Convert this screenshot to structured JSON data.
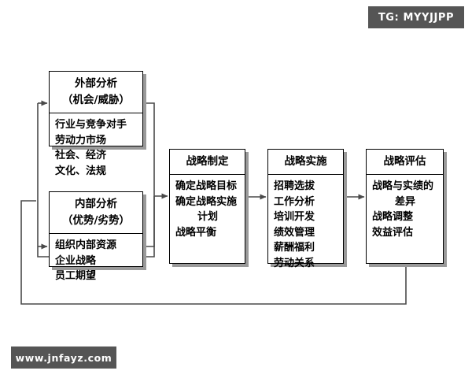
{
  "watermarks": {
    "top_badge": "TG: MYYJJPP",
    "bottom_badge": "www.jnfayz.com"
  },
  "diagram": {
    "type": "flowchart",
    "boxes": [
      {
        "id": "external",
        "header_line1": "外部分析",
        "header_line2": "（机会/威胁）",
        "items": [
          "行业与竞争对手",
          "劳动力市场",
          "社会、经济",
          "文化、法规"
        ]
      },
      {
        "id": "internal",
        "header_line1": "内部分析",
        "header_line2": "（优势/劣势）",
        "items": [
          "组织内部资源",
          "企业战略",
          "员工期望"
        ]
      },
      {
        "id": "formulation",
        "header_line1": "战略制定",
        "header_line2": "",
        "items": [
          "确定战略目标",
          "确定战略实施",
          "计划",
          "战略平衡"
        ],
        "centered_items": [
          "计划"
        ]
      },
      {
        "id": "implementation",
        "header_line1": "战略实施",
        "header_line2": "",
        "items": [
          "招聘选拔",
          "工作分析",
          "培训开发",
          "绩效管理",
          "薪酬福利",
          "劳动关系"
        ]
      },
      {
        "id": "evaluation",
        "header_line1": "战略评估",
        "header_line2": "",
        "items": [
          "战略与实绩的",
          "差异",
          "战略调整",
          "效益评估"
        ],
        "centered_items": [
          "差异"
        ]
      }
    ],
    "connectors": [
      {
        "from": "external",
        "to": "formulation",
        "kind": "merge-arrow"
      },
      {
        "from": "internal",
        "to": "formulation",
        "kind": "merge-arrow"
      },
      {
        "from": "formulation",
        "to": "implementation",
        "kind": "arrow"
      },
      {
        "from": "implementation",
        "to": "evaluation",
        "kind": "arrow"
      },
      {
        "from": "formulation",
        "to": "external",
        "kind": "feedback-arrow"
      },
      {
        "from": "formulation",
        "to": "internal",
        "kind": "feedback-arrow"
      },
      {
        "from": "evaluation",
        "to": "external",
        "kind": "feedback-loop"
      }
    ]
  },
  "colors": {
    "line": "#595959",
    "box_border": "#000000",
    "box_shadow": "#9a9a9a",
    "badge_bg": "#555555",
    "badge_text": "#ffffff",
    "page_bg": "#ffffff"
  }
}
